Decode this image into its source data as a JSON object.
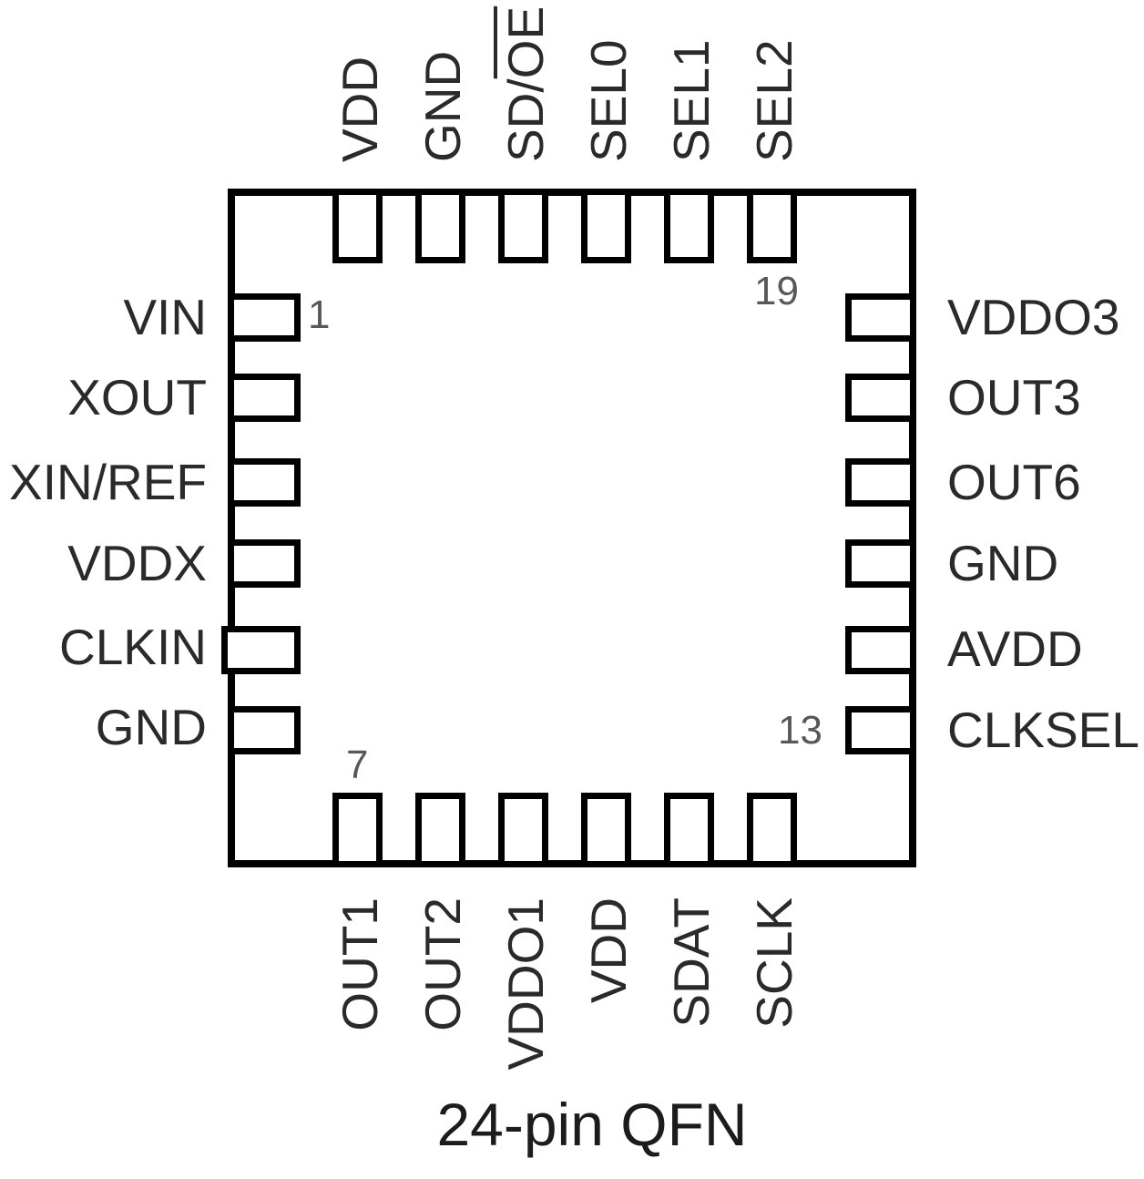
{
  "diagram": {
    "caption": "24-pin QFN",
    "corner_numbers": {
      "pin1": "1",
      "pin7": "7",
      "pin13": "13",
      "pin19": "19"
    },
    "pins": {
      "top": [
        {
          "label": "VDD"
        },
        {
          "label": "GND"
        },
        {
          "label_prefix": "SD/",
          "label_overline": "OE"
        },
        {
          "label": "SEL0"
        },
        {
          "label": "SEL1"
        },
        {
          "label": "SEL2"
        }
      ],
      "left": [
        {
          "label": "VIN"
        },
        {
          "label": "XOUT"
        },
        {
          "label": "XIN/REF"
        },
        {
          "label": "VDDX"
        },
        {
          "label": "CLKIN"
        },
        {
          "label": "GND"
        }
      ],
      "right": [
        {
          "label": "VDDO3"
        },
        {
          "label": "OUT3"
        },
        {
          "label": "OUT6"
        },
        {
          "label": "GND"
        },
        {
          "label": "AVDD"
        },
        {
          "label": "CLKSEL"
        }
      ],
      "bottom": [
        {
          "label": "OUT1"
        },
        {
          "label": "OUT2"
        },
        {
          "label": "VDDO1"
        },
        {
          "label": "VDD"
        },
        {
          "label": "SDAT"
        },
        {
          "label": "SCLK"
        }
      ]
    },
    "colors": {
      "background": "#ffffff",
      "stroke": "#000000",
      "label_text": "#2a2a2a",
      "number_text": "#585858"
    }
  }
}
